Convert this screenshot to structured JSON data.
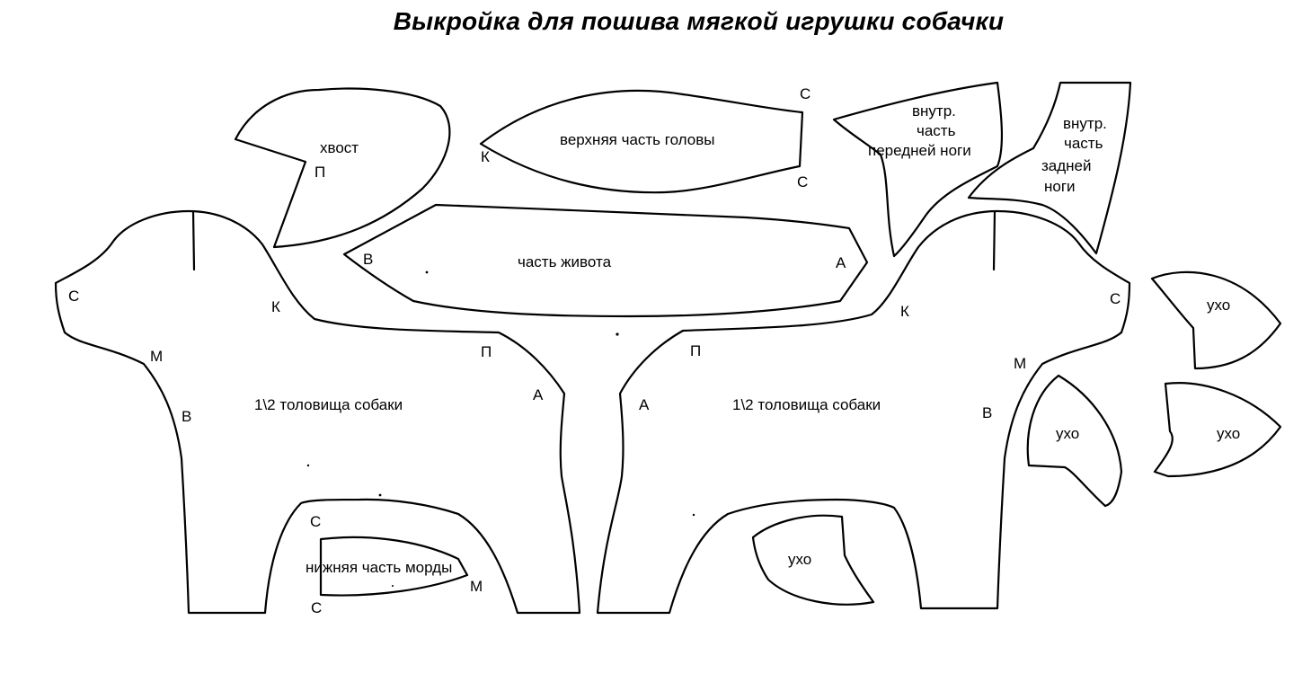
{
  "title": "Выкройка для пошива мягкой игрушки собачки",
  "colors": {
    "ink": "#000000",
    "paper": "#ffffff"
  },
  "pieces": {
    "tail": {
      "label": "хвост",
      "marker_p": "П"
    },
    "head_top": {
      "label": "верхняя часть головы",
      "marker_k": "К",
      "marker_c_top": "С",
      "marker_c_bottom": "С"
    },
    "front_leg_inner": {
      "label_line1": "внутр.",
      "label_line2": "часть",
      "label_line3": "передней ноги"
    },
    "hind_leg_inner": {
      "label_line1": "внутр.",
      "label_line2": "часть",
      "label_line3": "задней",
      "label_line4": "ноги"
    },
    "belly": {
      "label": "часть живота",
      "marker_b": "В",
      "marker_a": "А"
    },
    "body_left": {
      "label": "1\\2 толовища собаки",
      "marker_c": "С",
      "marker_k": "К",
      "marker_m": "М",
      "marker_b": "В",
      "marker_p": "П",
      "marker_a": "А"
    },
    "body_right": {
      "label": "1\\2 толовища собаки",
      "marker_c": "С",
      "marker_k": "К",
      "marker_m": "М",
      "marker_b": "В",
      "marker_p": "П",
      "marker_a": "А"
    },
    "muzzle_bottom": {
      "label": "нижняя часть морды",
      "marker_c_top": "С",
      "marker_c_bottom": "С",
      "marker_m": "М"
    },
    "ear_1": {
      "label": "ухо"
    },
    "ear_2": {
      "label": "ухо"
    },
    "ear_3": {
      "label": "ухо"
    },
    "ear_4": {
      "label": "ухо"
    }
  }
}
